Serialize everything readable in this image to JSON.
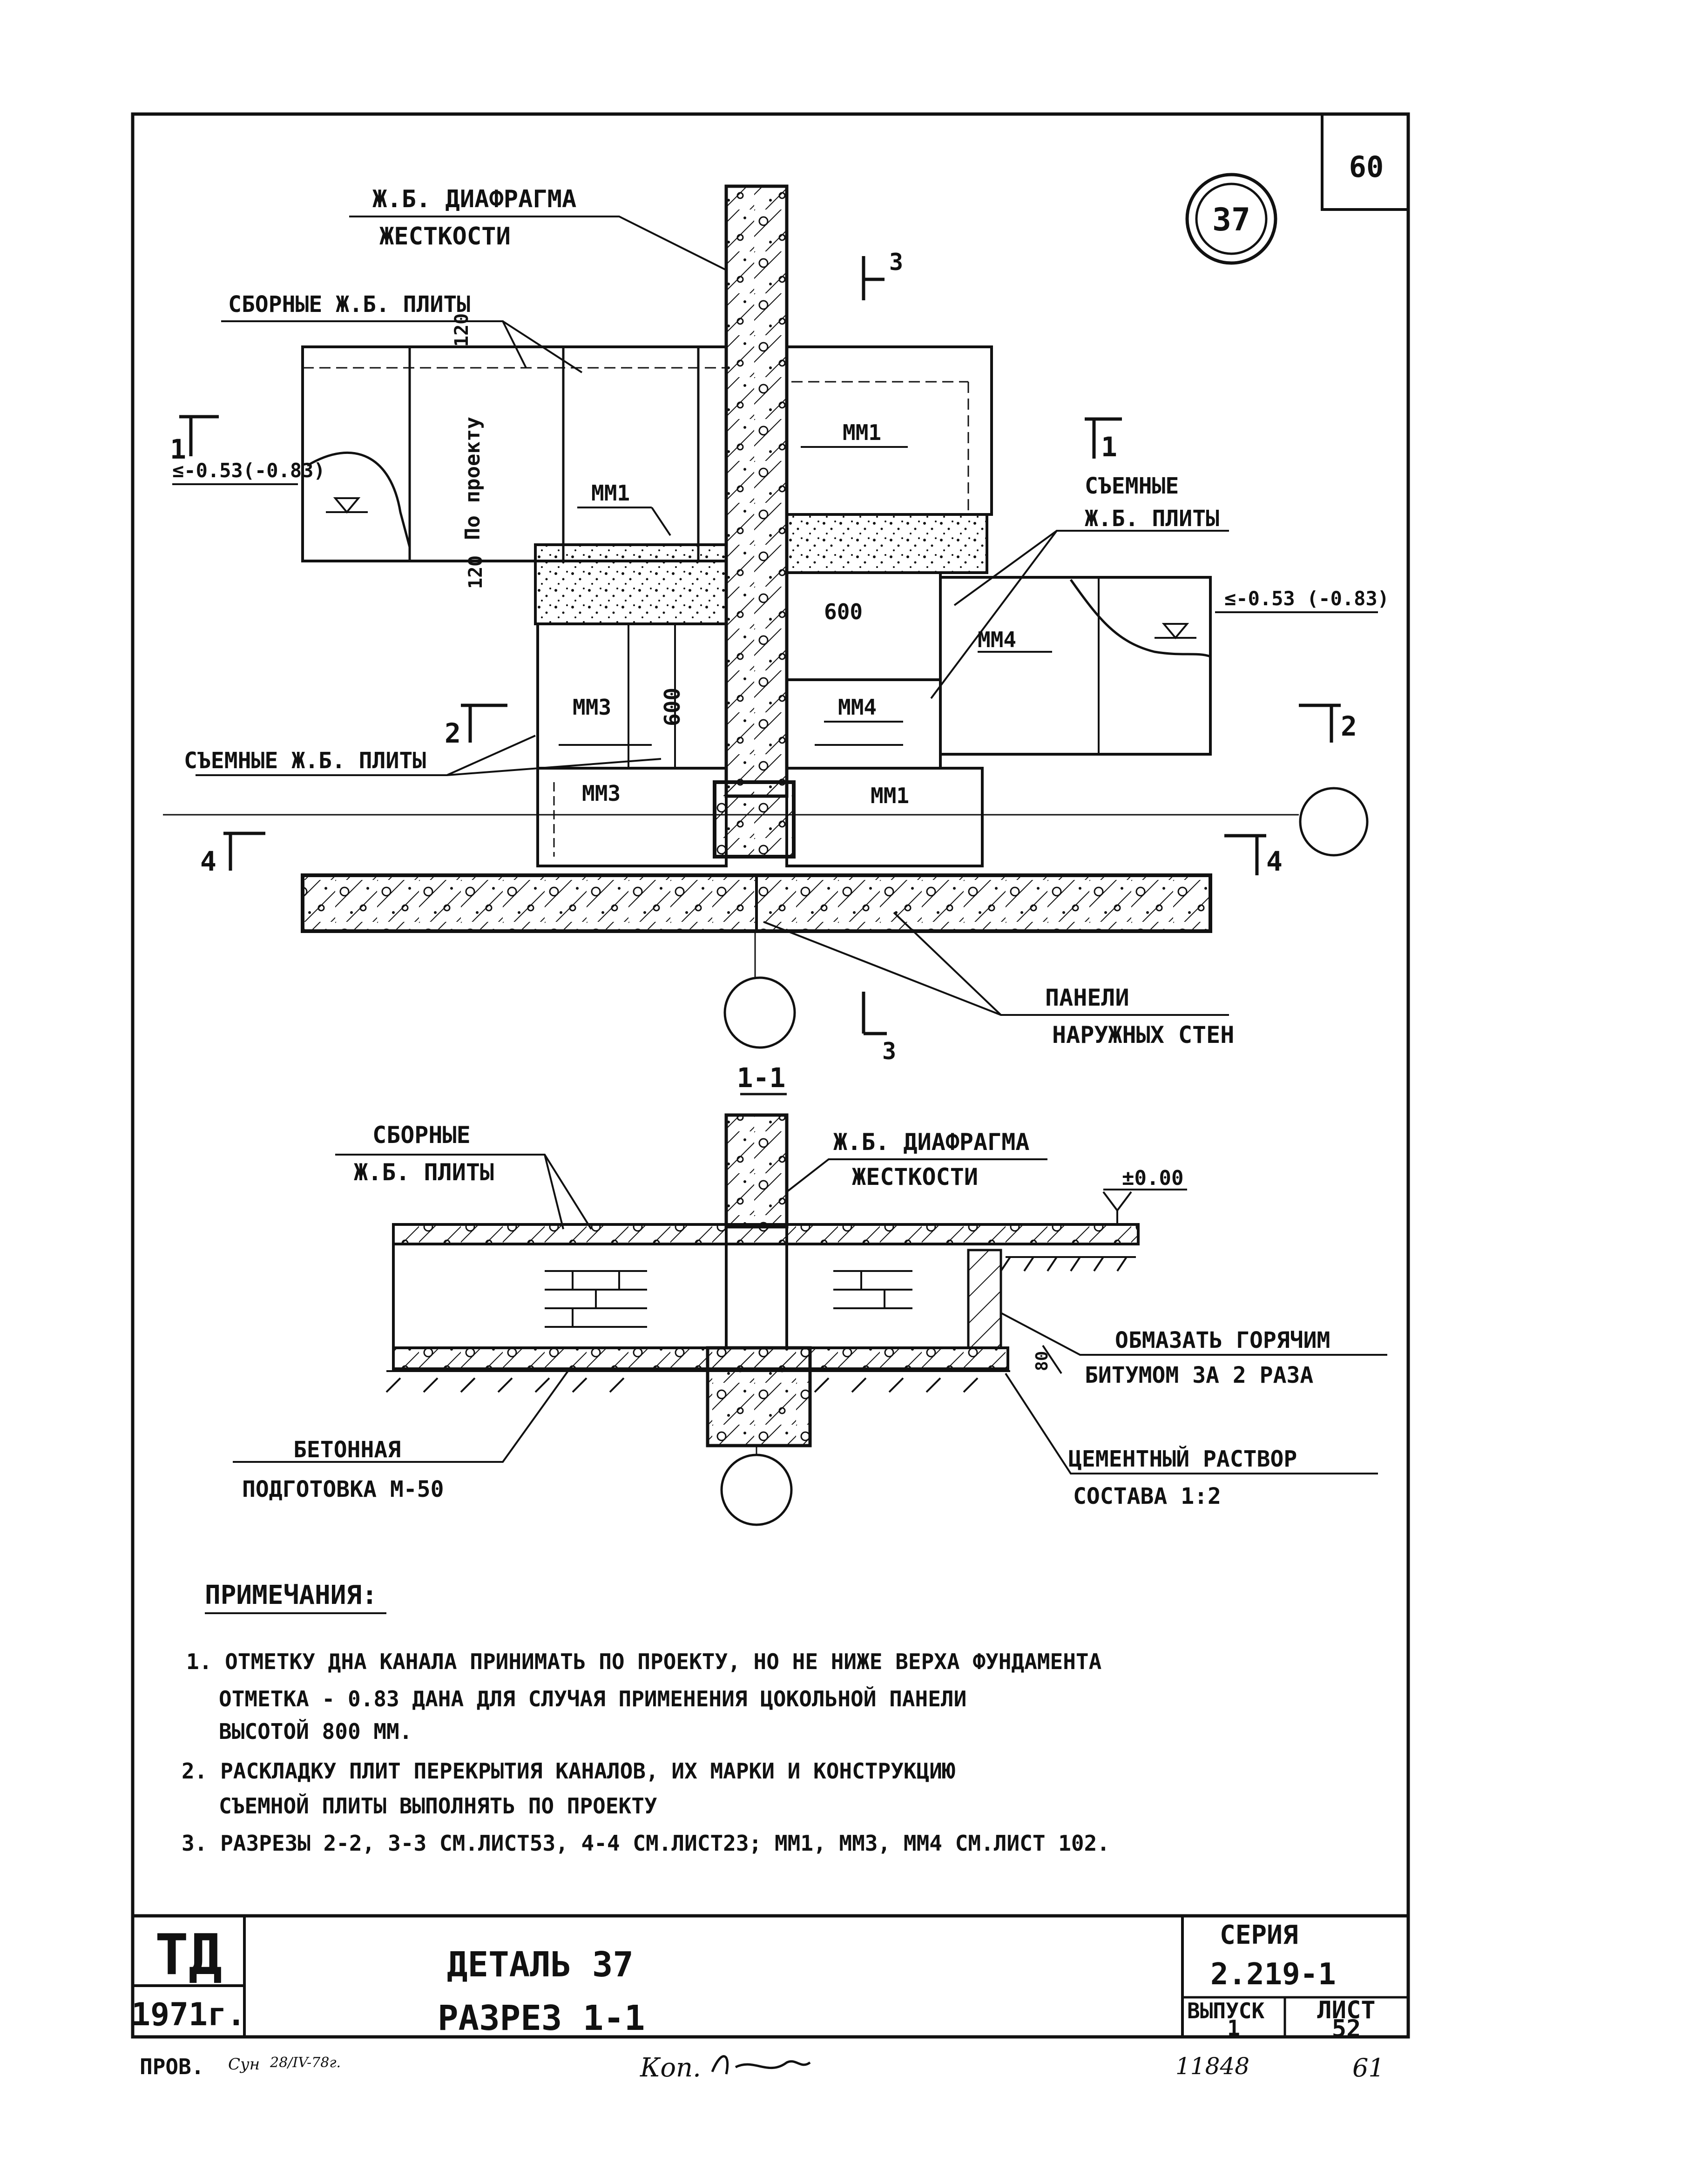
{
  "sheet": {
    "page_number_top": "60",
    "page_number_bottom": "61",
    "detail_circle": "37",
    "archive_number": "11848"
  },
  "plan": {
    "label_diaphragm": [
      "Ж.Б. ДИАФРАГМА",
      "ЖЕСТКОСТИ"
    ],
    "label_precast_slabs": "СБОРНЫЕ Ж.Б. ПЛИТЫ",
    "label_removable_slabs_right": [
      "СЪЕМНЫЕ",
      "Ж.Б. ПЛИТЫ"
    ],
    "label_removable_slabs_left": "СЪЕМНЫЕ Ж.Б. ПЛИТЫ",
    "label_wall_panels": [
      "ПАНЕЛИ",
      "НАРУЖНЫХ СТЕН"
    ],
    "dim_by_project": "По проекту",
    "dim_120_top": "120",
    "dim_120_bottom": "120",
    "dim_600_h": "600",
    "dim_600_v": "600",
    "elevation_left": "≤-0.53(-0.83)",
    "elevation_right": "≤-0.53 (-0.83)",
    "marks": {
      "mm1_top_right": "ММ1",
      "mm1_center": "ММ1",
      "mm1_bottom_right": "ММ1",
      "mm3_left": "ММ3",
      "mm3_bottom": "ММ3",
      "mm4_right": "ММ4",
      "mm4_center": "ММ4"
    },
    "section_marks": {
      "s1_left": "1",
      "s1_right": "1",
      "s2_left": "2",
      "s2_right": "2",
      "s3_top": "3",
      "s3_bottom": "3",
      "s4_left": "4",
      "s4_right": "4"
    }
  },
  "section": {
    "title": "1-1",
    "label_precast_slabs": [
      "СБОРНЫЕ",
      "Ж.Б. ПЛИТЫ"
    ],
    "label_diaphragm": [
      "Ж.Б. ДИАФРАГМА",
      "ЖЕСТКОСТИ"
    ],
    "elevation": "±0.00",
    "label_bitumen": [
      "ОБМАЗАТЬ ГОРЯЧИМ",
      "БИТУМОМ ЗА 2 РАЗА"
    ],
    "dim_80": "80",
    "label_concrete_prep": [
      "БЕТОННАЯ",
      "ПОДГОТОВКА М-50"
    ],
    "label_cement_mortar": [
      "ЦЕМЕНТНЫЙ РАСТВОР",
      "СОСТАВА 1:2"
    ]
  },
  "notes": {
    "heading": "ПРИМЕЧАНИЯ:",
    "lines": [
      "1. ОТМЕТКУ ДНА КАНАЛА ПРИНИМАТЬ ПО ПРОЕКТУ, НО НЕ НИЖЕ ВЕРХА ФУНДАМЕНТА",
      "ОТМЕТКА - 0.83 ДАНА ДЛЯ СЛУЧАЯ ПРИМЕНЕНИЯ ЦОКОЛЬНОЙ ПАНЕЛИ",
      "ВЫСОТОЙ 800 ММ.",
      "2. РАСКЛАДКУ ПЛИТ ПЕРЕКРЫТИЯ КАНАЛОВ, ИХ МАРКИ И КОНСТРУКЦИЮ",
      "СЪЕМНОЙ ПЛИТЫ ВЫПОЛНЯТЬ ПО ПРОЕКТУ",
      "3. РАЗРЕЗЫ 2-2, 3-3 СМ.ЛИСТ53, 4-4 СМ.ЛИСТ23; ММ1, ММ3, ММ4 СМ.ЛИСТ 102."
    ]
  },
  "title_block": {
    "org": "ТД",
    "year": "1971г.",
    "title_line1": "ДЕТАЛЬ 37",
    "title_line2": "РАЗРЕЗ 1-1",
    "series_label": "СЕРИЯ",
    "series_value": "2.219-1",
    "issue_label": "ВЫПУСК",
    "issue_value": "1",
    "sheet_label": "ЛИСТ",
    "sheet_value": "52"
  },
  "footer": {
    "checked": "ПРОВ.",
    "checked_sign_date": "28/IV-78г.",
    "copy": "Коп."
  },
  "colors": {
    "ink": "#111111",
    "paper": "#ffffff"
  }
}
